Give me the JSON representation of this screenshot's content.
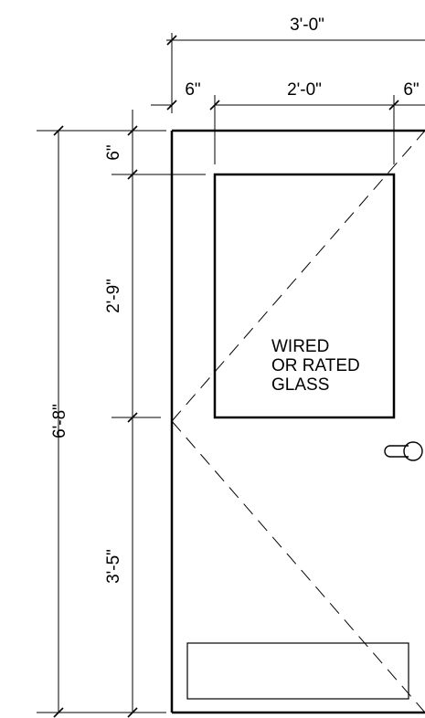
{
  "dimensions": {
    "overall_width": "3'-0\"",
    "left_margin": "6\"",
    "glass_width": "2'-0\"",
    "right_margin": "6\"",
    "top_margin": "6\"",
    "glass_height": "2'-9\"",
    "overall_height": "6'-8\"",
    "lower_height": "3'-5\""
  },
  "glass_note": {
    "line1": "WIRED",
    "line2": "OR RATED",
    "line3": "GLASS"
  },
  "colors": {
    "stroke": "#000000",
    "background": "#ffffff"
  }
}
